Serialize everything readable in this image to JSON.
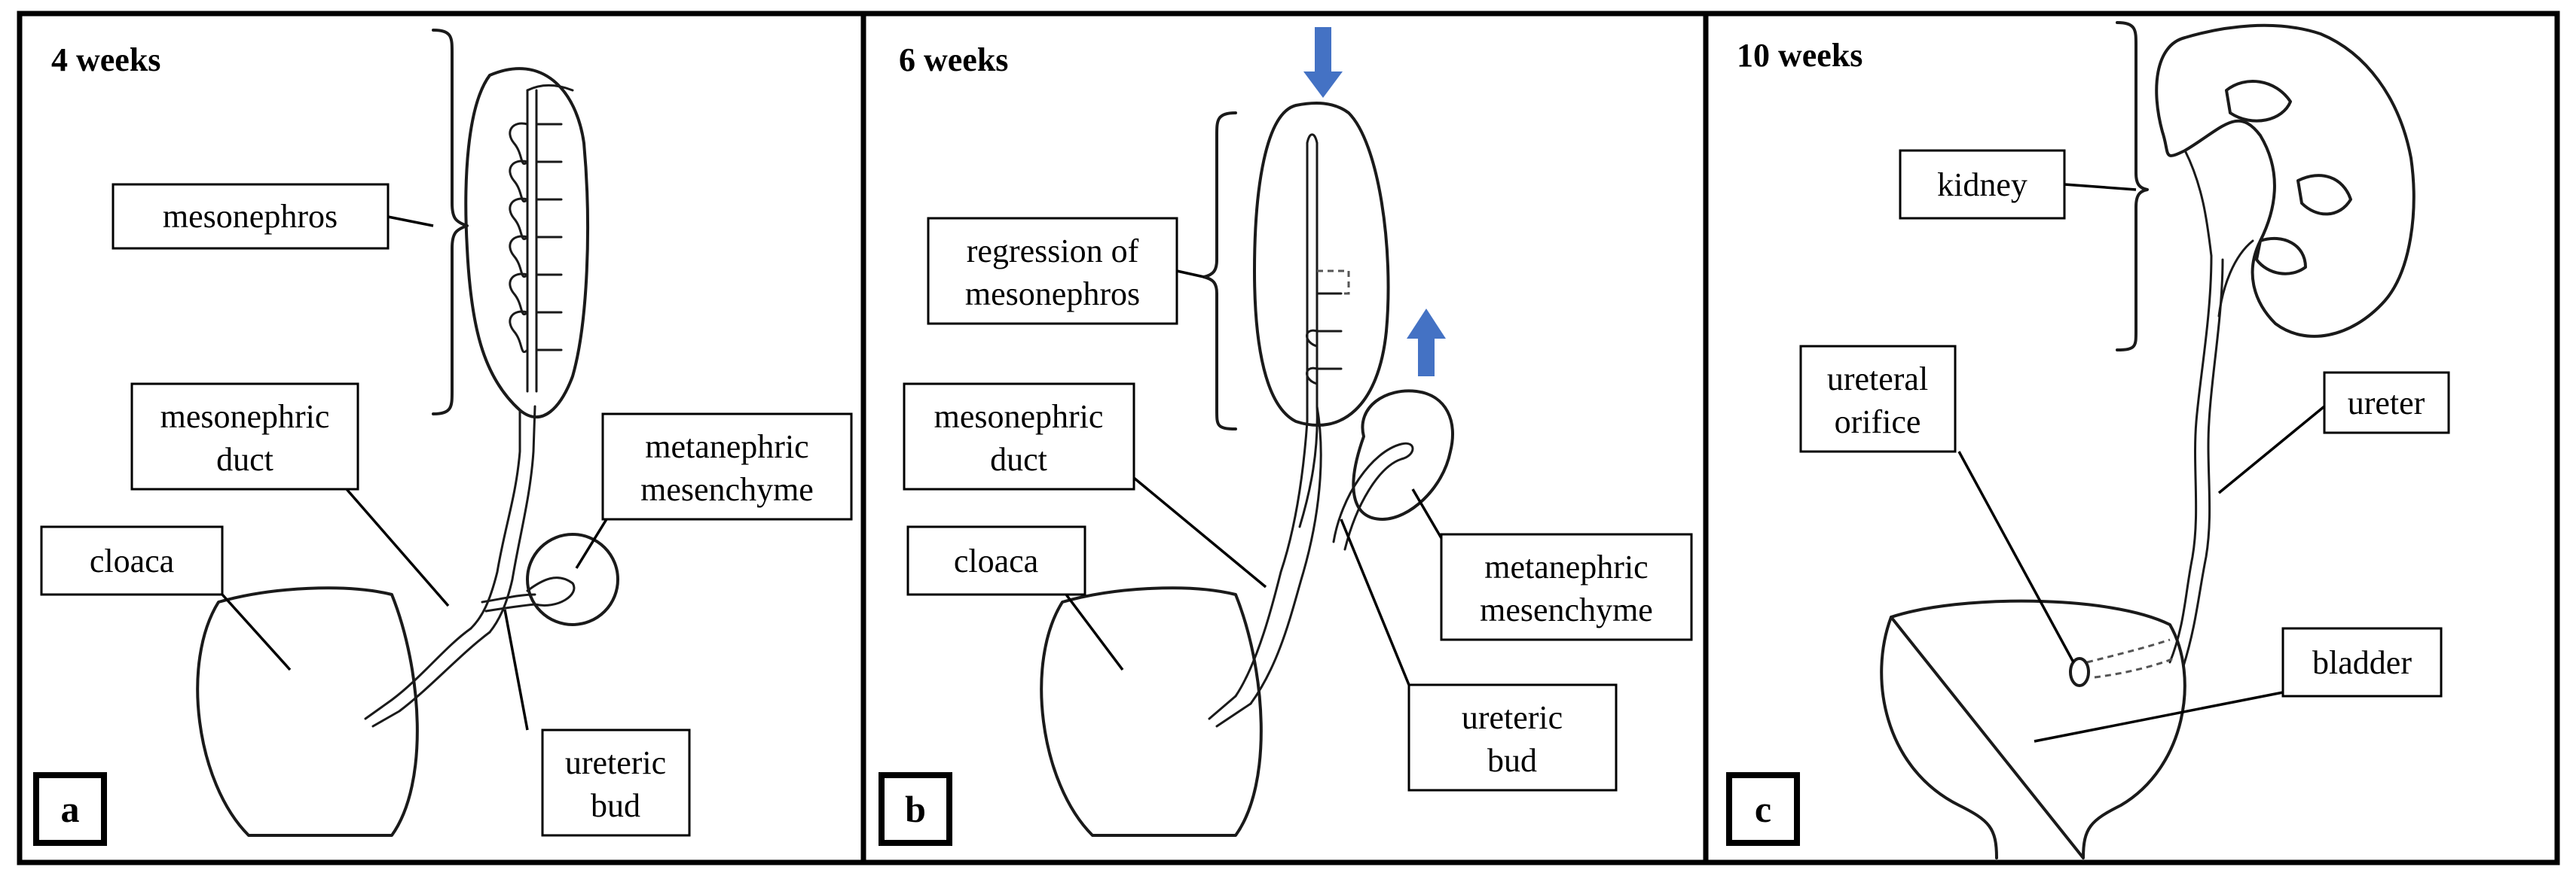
{
  "panels": [
    {
      "id": "a",
      "tag": "a",
      "title": "4 weeks",
      "labels": {
        "mesonephros": [
          "mesonephros"
        ],
        "mesonephric_duct": [
          "mesonephric",
          "duct"
        ],
        "metanephric_mesenchyme": [
          "metanephric",
          "mesenchyme"
        ],
        "cloaca": [
          "cloaca"
        ],
        "ureteric_bud": [
          "ureteric",
          "bud"
        ]
      }
    },
    {
      "id": "b",
      "tag": "b",
      "title": "6 weeks",
      "labels": {
        "regression": [
          "regression of",
          "mesonephros"
        ],
        "mesonephric_duct": [
          "mesonephric",
          "duct"
        ],
        "cloaca": [
          "cloaca"
        ],
        "metanephric_mesenchyme": [
          "metanephric",
          "mesenchyme"
        ],
        "ureteric_bud": [
          "ureteric",
          "bud"
        ]
      },
      "arrow_color": "#4472c4"
    },
    {
      "id": "c",
      "tag": "c",
      "title": "10 weeks",
      "labels": {
        "kidney": [
          "kidney"
        ],
        "ureteral_orifice": [
          "ureteral",
          "orifice"
        ],
        "ureter": [
          "ureter"
        ],
        "bladder": [
          "bladder"
        ]
      }
    }
  ],
  "colors": {
    "frame": "#000000",
    "drawing": "#1a1a1a",
    "movement_arrow": "#4472c4"
  }
}
